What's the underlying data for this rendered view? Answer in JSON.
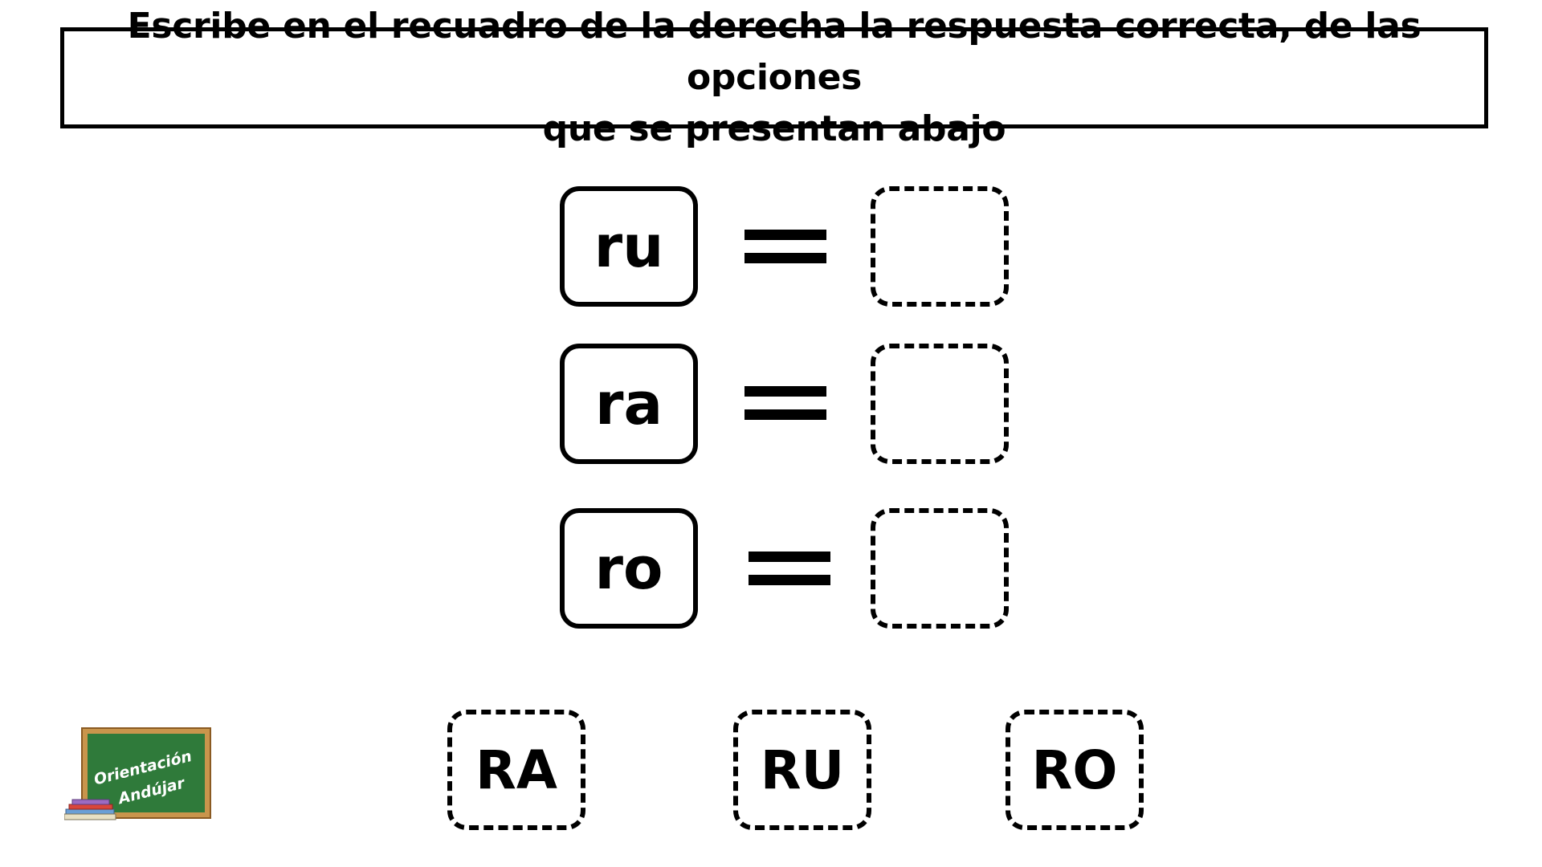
{
  "instruction": {
    "line1": "Escribe en el recuadro de la derecha la respuesta correcta, de las opciones",
    "line2": "que se presentan abajo"
  },
  "exercises": [
    {
      "syllable": "ru",
      "answer": ""
    },
    {
      "syllable": "ra",
      "answer": ""
    },
    {
      "syllable": "ro",
      "answer": ""
    }
  ],
  "options": [
    "RA",
    "RU",
    "RO"
  ],
  "logo": {
    "line1": "Orientación",
    "line2": "Andújar",
    "board_color": "#2f7a3a",
    "frame_color": "#c9954c",
    "icon": "chalkboard-icon"
  }
}
